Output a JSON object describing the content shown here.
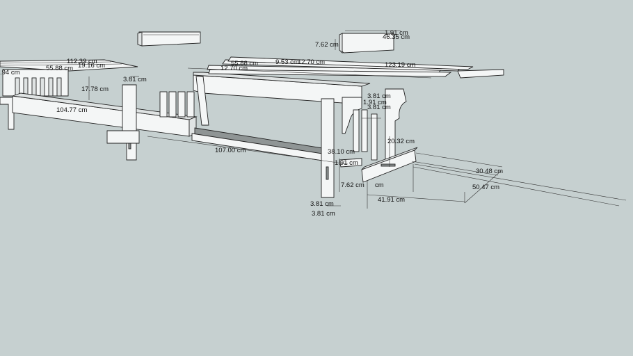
{
  "model": {
    "background": "#c6d0d0",
    "wood_color": "#f4f6f6",
    "shadow_color": "#8f9595",
    "dimensions": [
      {
        "id": "d1",
        "text": "112.39 cm"
      },
      {
        "id": "d2",
        "text": "19.16 cm"
      },
      {
        "id": "d3",
        "text": "55.88 cm"
      },
      {
        "id": "d4",
        "text": ".94 cm"
      },
      {
        "id": "d5",
        "text": "17.78 cm"
      },
      {
        "id": "d6",
        "text": "3.81 cm"
      },
      {
        "id": "d7",
        "text": "104.77 cm"
      },
      {
        "id": "d8",
        "text": "7.62 cm"
      },
      {
        "id": "d9",
        "text": "1.91 cm"
      },
      {
        "id": "d10",
        "text": "46.35 cm"
      },
      {
        "id": "d11",
        "text": "55.88 cm"
      },
      {
        "id": "d12",
        "text": "12.70 cm"
      },
      {
        "id": "d13",
        "text": "9.53 cm"
      },
      {
        "id": "d14",
        "text": "12.70 cm"
      },
      {
        "id": "d15",
        "text": "123.19 cm"
      },
      {
        "id": "d16",
        "text": "3.81 cm"
      },
      {
        "id": "d17",
        "text": "1.91 cm"
      },
      {
        "id": "d18",
        "text": "3.81 cm"
      },
      {
        "id": "d19",
        "text": "20.32 cm"
      },
      {
        "id": "d20",
        "text": "107.00 cm"
      },
      {
        "id": "d21",
        "text": "38.10 cm"
      },
      {
        "id": "d22",
        "text": "1.91 cm"
      },
      {
        "id": "d23",
        "text": "7.62 cm"
      },
      {
        "id": "d24",
        "text": "cm"
      },
      {
        "id": "d25",
        "text": "30.48 cm"
      },
      {
        "id": "d26",
        "text": "50.47 cm"
      },
      {
        "id": "d27",
        "text": "41.91 cm"
      },
      {
        "id": "d28",
        "text": "3.81 cm"
      },
      {
        "id": "d29",
        "text": "3.81 cm"
      }
    ]
  }
}
